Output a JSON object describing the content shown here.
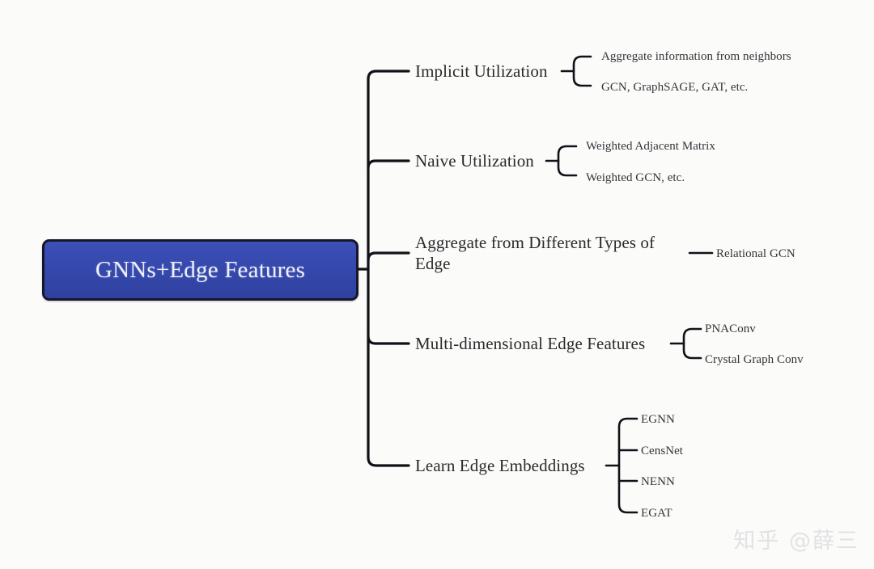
{
  "diagram": {
    "type": "mindmap",
    "background_color": "#fbfbfa",
    "root": {
      "label": "GNNs+Edge Features",
      "fill_color": "#3447aa",
      "text_color": "#eef0fb",
      "border_color": "#17172b"
    },
    "branches": [
      {
        "label": "Implicit Utilization",
        "children": [
          "Aggregate information from neighbors",
          "GCN, GraphSAGE, GAT, etc."
        ]
      },
      {
        "label": "Naive Utilization",
        "children": [
          "Weighted Adjacent Matrix",
          "Weighted GCN, etc."
        ]
      },
      {
        "label": "Aggregate from Different Types of Edge",
        "children": [
          "Relational GCN"
        ]
      },
      {
        "label": "Multi-dimensional Edge Features",
        "children": [
          "PNAConv",
          "Crystal Graph Conv"
        ]
      },
      {
        "label": "Learn Edge Embeddings",
        "children": [
          "EGNN",
          "CensNet",
          "NENN",
          "EGAT"
        ]
      }
    ],
    "line_color": "#111118"
  },
  "watermark": {
    "text": "知乎 @薛三"
  }
}
